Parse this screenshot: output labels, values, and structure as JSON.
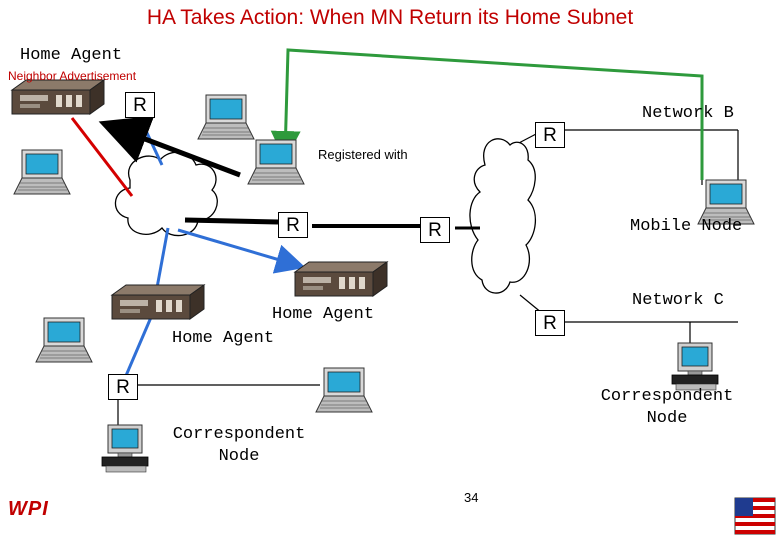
{
  "title": "HA Takes Action: When MN Return its Home Subnet",
  "labels": {
    "home_agent_top": "Home Agent",
    "neighbor_advertisement": "Neighbor Advertisement",
    "network_b": "Network B",
    "registered_with": "Registered with",
    "mobile_node": "Mobile Node",
    "home_agent_mid": "Home Agent",
    "home_agent_left": "Home Agent",
    "network_c": "Network C",
    "correspondent_right_1": "Correspondent",
    "correspondent_right_2": "Node",
    "correspondent_left_1": "Correspondent",
    "correspondent_left_2": "Node",
    "router": "R",
    "page_number": "34",
    "logo": "WPI"
  },
  "colors": {
    "title": "#c00000",
    "green_path": "#2e9a3c",
    "red_link": "#d40000",
    "blue_link": "#2f6fd6",
    "backbone": "#000000"
  },
  "icons": [
    "laptop-icon",
    "server-icon",
    "desktop-computer-icon",
    "cloud-network-icon",
    "flag-icon"
  ]
}
